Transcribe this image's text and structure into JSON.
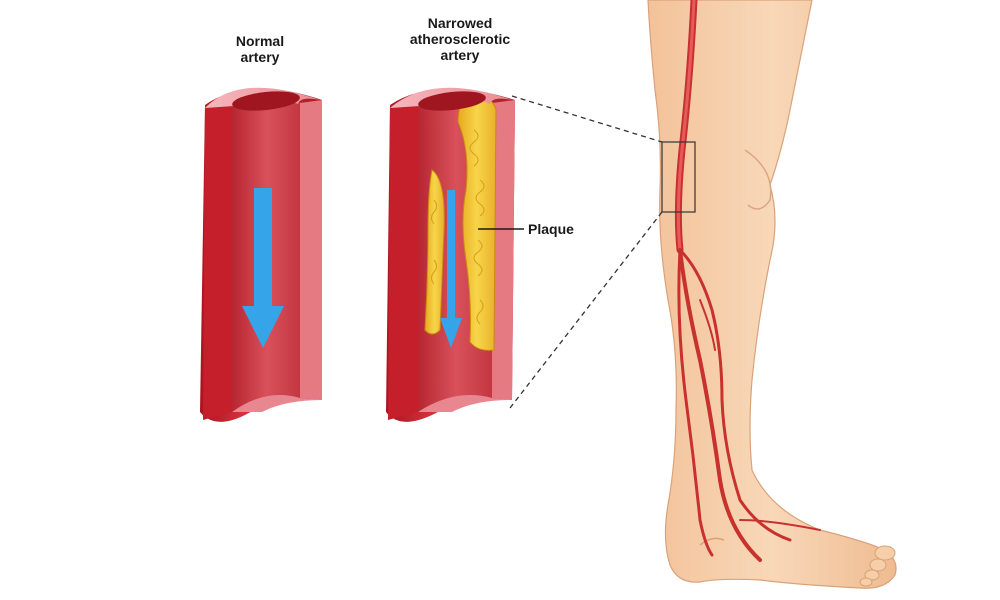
{
  "labels": {
    "normal_artery": [
      "Normal",
      "artery"
    ],
    "narrowed_artery": [
      "Narrowed",
      "atherosclerotic",
      "artery"
    ],
    "plaque": "Plaque"
  },
  "colors": {
    "artery_wall": "#c8242f",
    "artery_inner": "#e36b74",
    "artery_rim": "#f4b3b8",
    "plaque": "#f2c431",
    "flow_arrow": "#35a4e8",
    "skin": "#f6cfa8",
    "vessel": "#c9312e"
  }
}
